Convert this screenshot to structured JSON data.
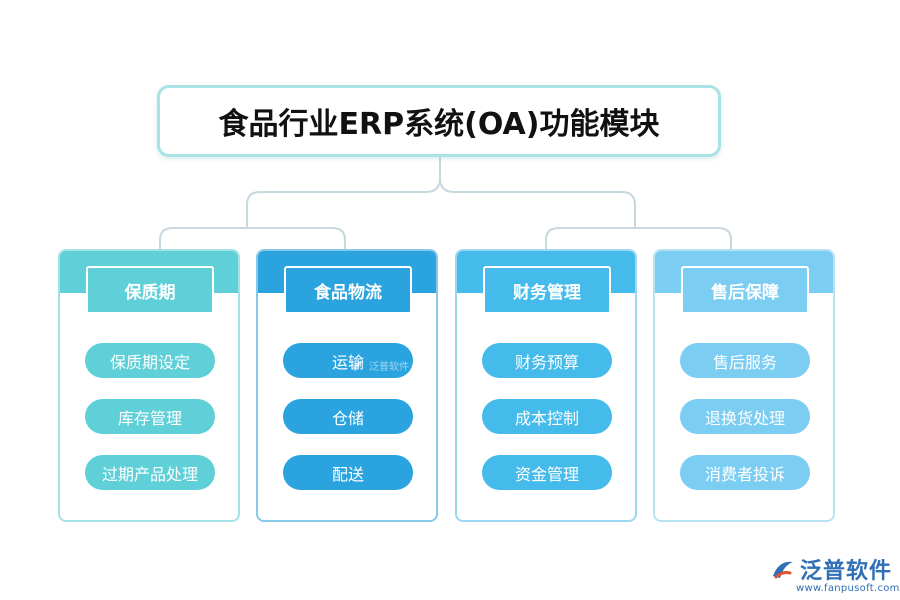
{
  "title": "食品行业ERP系统(OA)功能模块",
  "colors": {
    "title_border": "#a9e3e4",
    "connector": "#c8d8de"
  },
  "columns": [
    {
      "header": "保质期",
      "color": "#5fcfd8",
      "border": "#a3e2e6",
      "items": [
        "保质期设定",
        "库存管理",
        "过期产品处理"
      ]
    },
    {
      "header": "食品物流",
      "color": "#2aa3df",
      "border": "#86c9ea",
      "items": [
        "运输",
        "仓储",
        "配送"
      ]
    },
    {
      "header": "财务管理",
      "color": "#45bbec",
      "border": "#9bd8f3",
      "items": [
        "财务预算",
        "成本控制",
        "资金管理"
      ]
    },
    {
      "header": "售后保障",
      "color": "#7ccdf2",
      "border": "#b8e2f6",
      "items": [
        "售后服务",
        "退换货处理",
        "消费者投诉"
      ]
    }
  ],
  "watermark": {
    "text": "泛普软件",
    "icon": "fanpu-logo-icon"
  },
  "brand": {
    "name": "泛普软件",
    "url": "www.fanpusoft.com",
    "icon": "fanpu-logo-icon",
    "color": "#2f6fb5"
  }
}
